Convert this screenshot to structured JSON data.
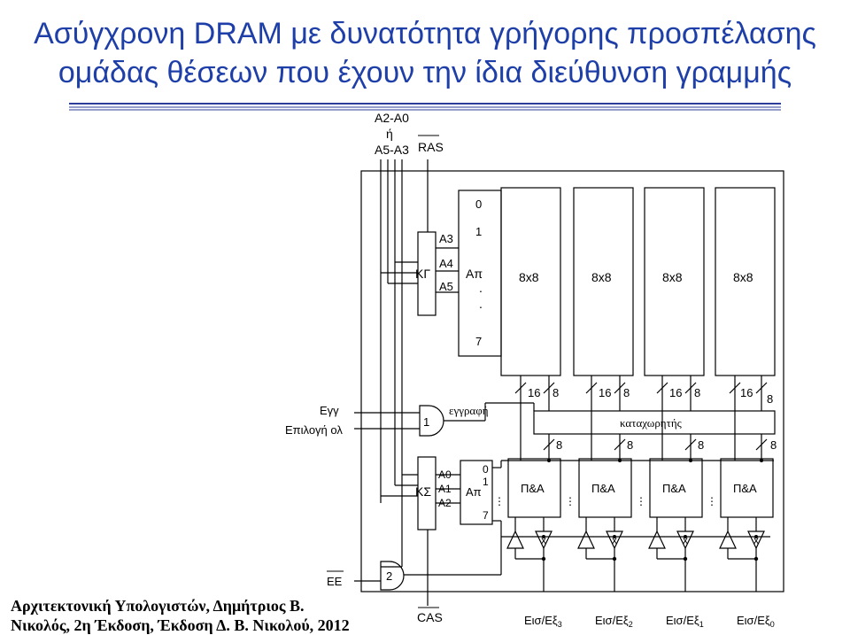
{
  "title": {
    "line1": "Ασύγχρονη DRAM με δυνατότητα γρήγορης προσπέλασης",
    "line2": "ομάδας θέσεων που έχουν την ίδια διεύθυνση γραμμής"
  },
  "footer": {
    "line1": "Αρχιτεκτονική Υπολογιστών, Δημήτριος Β.",
    "line2": "Νικολός, 2η Έκδοση, Έκδοση Δ. Β. Νικολού, 2012"
  },
  "diagram": {
    "addr_top": "A2-A0",
    "addr_or": "ή",
    "addr_bottom": "A5-A3",
    "ras": "RAS",
    "cas": "CAS",
    "kg": "ΚΓ",
    "ks": "ΚΣ",
    "row_dec": {
      "in0": "A3",
      "in1": "A4",
      "in2": "A5",
      "label": "Απ",
      "out0": "0",
      "out1": "1",
      "out_last": "7"
    },
    "col_dec": {
      "in0": "A0",
      "in1": "A1",
      "in2": "A2",
      "label": "Απ",
      "out0": "0",
      "out1": "1",
      "out_last": "7"
    },
    "arrays": [
      "8x8",
      "8x8",
      "8x8",
      "8x8"
    ],
    "bus16": "16",
    "bus8": "8",
    "register": "καταχωρητής",
    "pa": [
      "Π&Α",
      "Π&Α",
      "Π&Α",
      "Π&Α"
    ],
    "buf": "x",
    "write_label": "εγγραφή",
    "egg": "Εγγ",
    "epilogi": "Επιλογή ολ",
    "gate1": "1",
    "gate2": "2",
    "ee": "ΕΕ",
    "io": [
      "Εισ/Εξ",
      "Εισ/Εξ",
      "Εισ/Εξ",
      "Εισ/Εξ"
    ],
    "io_idx": [
      "3",
      "2",
      "1",
      "0"
    ]
  }
}
